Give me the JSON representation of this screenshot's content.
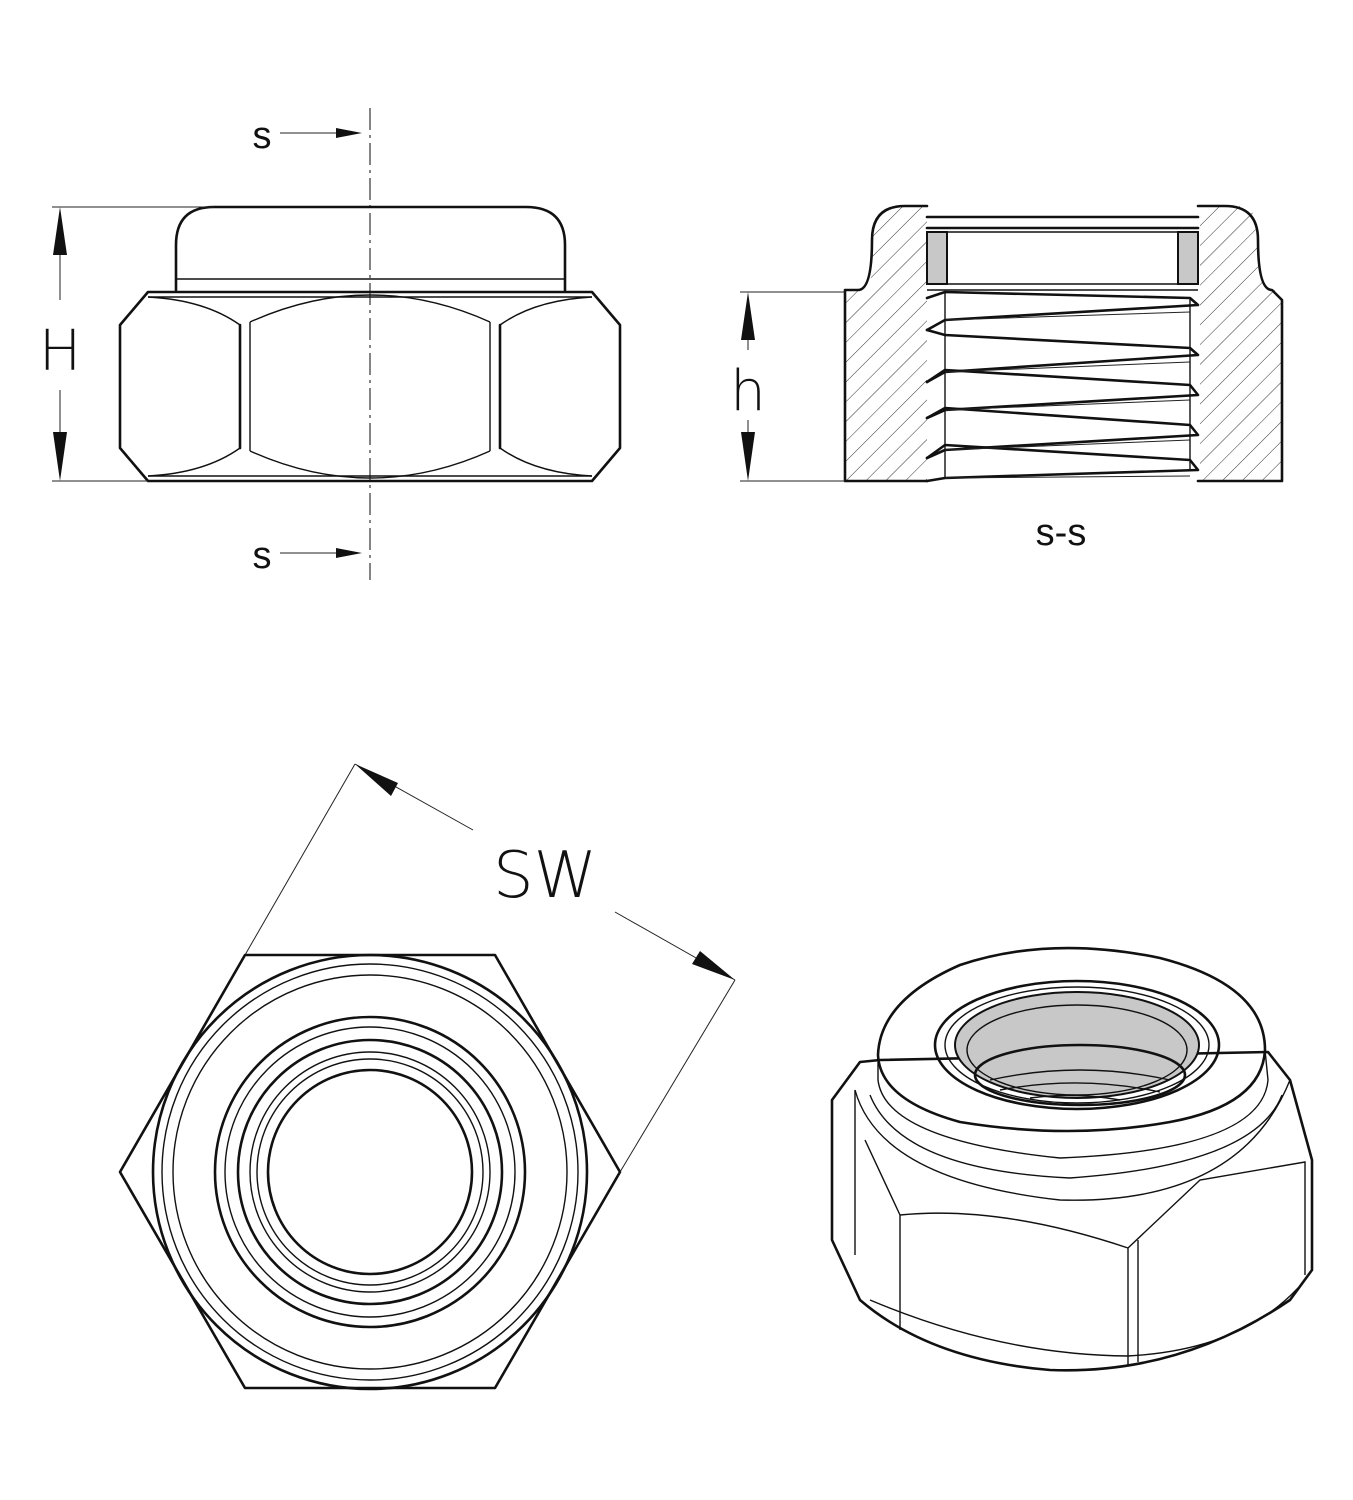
{
  "labels": {
    "section_mark_top": "s",
    "section_mark_bottom": "s",
    "section_title": "s-s",
    "height_total": "H",
    "height_hex": "h",
    "width_across_flats": "SW"
  }
}
